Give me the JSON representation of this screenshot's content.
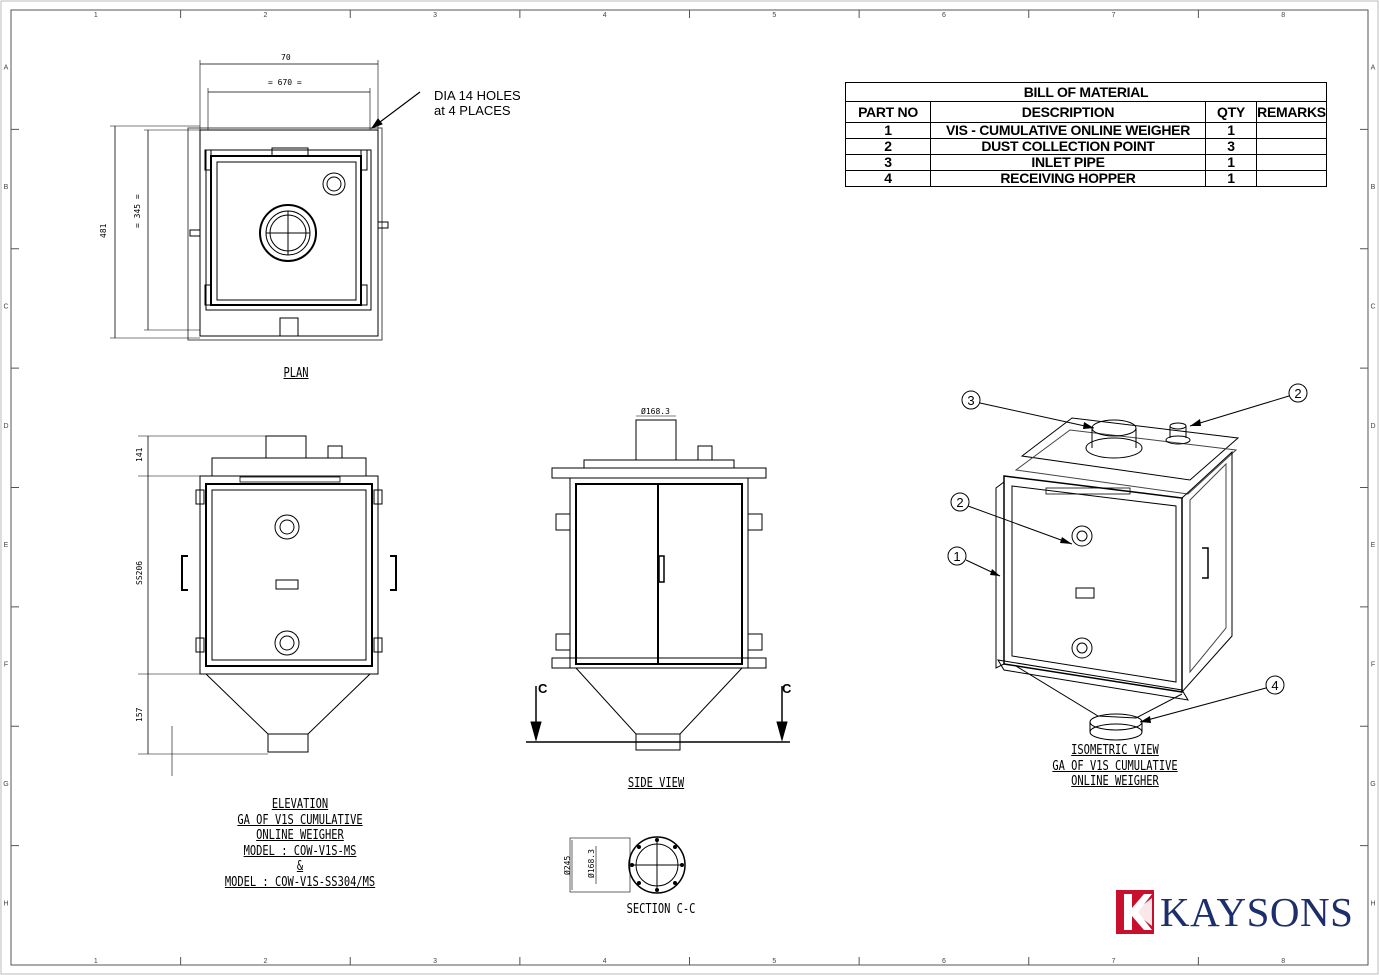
{
  "bom": {
    "title": "BILL OF MATERIAL",
    "headers": [
      "PART NO",
      "DESCRIPTION",
      "QTY",
      "REMARKS"
    ],
    "rows": [
      {
        "part_no": "1",
        "description": "VIS - CUMULATIVE ONLINE WEIGHER",
        "qty": "1",
        "remarks": ""
      },
      {
        "part_no": "2",
        "description": "DUST COLLECTION POINT",
        "qty": "3",
        "remarks": ""
      },
      {
        "part_no": "3",
        "description": "INLET PIPE",
        "qty": "1",
        "remarks": ""
      },
      {
        "part_no": "4",
        "description": "RECEIVING HOPPER",
        "qty": "1",
        "remarks": ""
      }
    ]
  },
  "views": {
    "plan": {
      "title": "PLAN",
      "hole_note_line1": "DIA 14 HOLES",
      "hole_note_line2": "at 4 PLACES"
    },
    "elevation": {
      "lines": [
        "ELEVATION",
        "GA OF V1S CUMULATIVE",
        "ONLINE WEIGHER",
        "MODEL : COW-V1S-MS",
        "&",
        "MODEL : COW-V1S-SS304/MS"
      ]
    },
    "side": {
      "title": "SIDE VIEW",
      "section_mark": "C",
      "dim_top": "Ø168.3"
    },
    "section": {
      "title": "SECTION   C-C",
      "dim_a": "Ø168.3",
      "dim_b": "Ø245"
    },
    "isometric": {
      "lines": [
        "ISOMETRIC VIEW",
        "GA OF V1S CUMULATIVE",
        "ONLINE WEIGHER"
      ]
    }
  },
  "balloons": [
    "1",
    "2",
    "2",
    "3",
    "4"
  ],
  "grid": {
    "columns": [
      "1",
      "2",
      "3",
      "4",
      "5",
      "6",
      "7",
      "8"
    ],
    "rows": [
      "A",
      "B",
      "C",
      "D",
      "E",
      "F",
      "G",
      "H"
    ]
  },
  "logo": {
    "text": "KAYSONS",
    "color": "#c8102e",
    "text_color": "#1c2e6b"
  }
}
